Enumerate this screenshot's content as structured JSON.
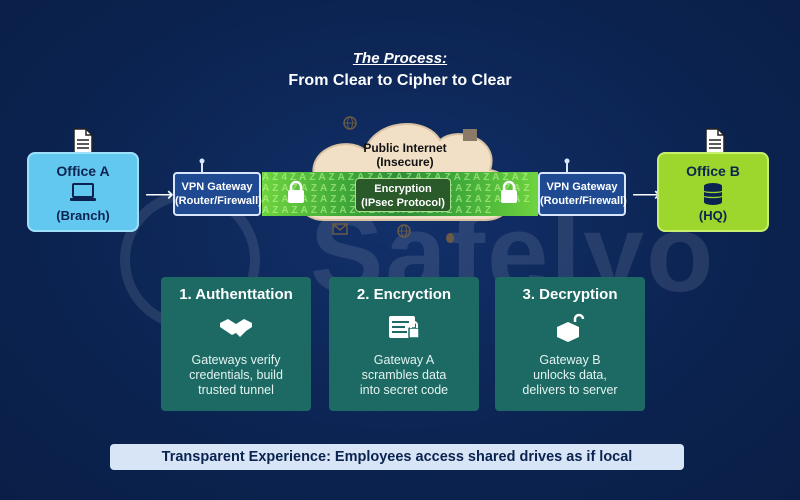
{
  "title": {
    "line1": "The Process:",
    "line2": "From Clear to Cipher to Clear"
  },
  "watermark": {
    "text": "Safelyo"
  },
  "office_a": {
    "name": "Office A",
    "sub": "(Branch)",
    "icon": "laptop-icon",
    "color": "#63c8f0"
  },
  "office_b": {
    "name": "Office B",
    "sub": "(HQ)",
    "icon": "database-icon",
    "color": "#9dd62d"
  },
  "gateway_a": {
    "line1": "VPN Gateway",
    "line2": "(Router/Firewall)"
  },
  "gateway_b": {
    "line1": "VPN Gateway",
    "line2": "(Router/Firewall)"
  },
  "cloud": {
    "line1": "Public Internet",
    "line2": "(Insecure)"
  },
  "encryption": {
    "line1": "Encryption",
    "line2": "(IPsec Protocol)"
  },
  "steps": [
    {
      "title": "1. Authenttation",
      "icon": "handshake-icon",
      "desc_lines": [
        "Gateways verify",
        "credentials, build",
        "trusted tunnel"
      ]
    },
    {
      "title": "2. Encryction",
      "icon": "code-lock-icon",
      "desc_lines": [
        "Gateway A",
        "scrambles data",
        "into secret code"
      ]
    },
    {
      "title": "3. Decryption",
      "icon": "unlock-box-icon",
      "desc_lines": [
        "Gateway B",
        "unlocks data,",
        "delivers to server"
      ]
    }
  ],
  "footer": "Transparent Experience: Employees access shared drives as if local",
  "colors": {
    "background": "#0b2350",
    "step_card": "#1c6a63",
    "tunnel": "#3ea83a",
    "gateway": "#1f4a92"
  }
}
